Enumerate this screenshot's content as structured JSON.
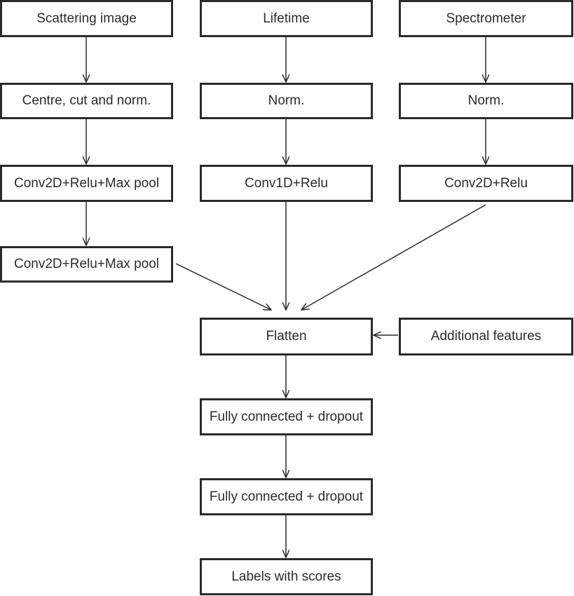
{
  "nodes": {
    "scattering_image": "Scattering image",
    "lifetime": "Lifetime",
    "spectrometer": "Spectrometer",
    "centre_cut_norm": "Centre, cut and norm.",
    "norm_lifetime": "Norm.",
    "norm_spectrometer": "Norm.",
    "conv2d_relu_maxpool_1": "Conv2D+Relu+Max pool",
    "conv1d_relu": "Conv1D+Relu",
    "conv2d_relu": "Conv2D+Relu",
    "conv2d_relu_maxpool_2": "Conv2D+Relu+Max pool",
    "flatten": "Flatten",
    "additional_features": "Additional features",
    "fully_connected_dropout_1": "Fully connected + dropout",
    "fully_connected_dropout_2": "Fully connected + dropout",
    "labels_with_scores": "Labels with scores"
  },
  "edges": [
    [
      "scattering_image",
      "centre_cut_norm"
    ],
    [
      "centre_cut_norm",
      "conv2d_relu_maxpool_1"
    ],
    [
      "conv2d_relu_maxpool_1",
      "conv2d_relu_maxpool_2"
    ],
    [
      "conv2d_relu_maxpool_2",
      "flatten"
    ],
    [
      "lifetime",
      "norm_lifetime"
    ],
    [
      "norm_lifetime",
      "conv1d_relu"
    ],
    [
      "conv1d_relu",
      "flatten"
    ],
    [
      "spectrometer",
      "norm_spectrometer"
    ],
    [
      "norm_spectrometer",
      "conv2d_relu"
    ],
    [
      "conv2d_relu",
      "flatten"
    ],
    [
      "additional_features",
      "flatten"
    ],
    [
      "flatten",
      "fully_connected_dropout_1"
    ],
    [
      "fully_connected_dropout_1",
      "fully_connected_dropout_2"
    ],
    [
      "fully_connected_dropout_2",
      "labels_with_scores"
    ]
  ]
}
